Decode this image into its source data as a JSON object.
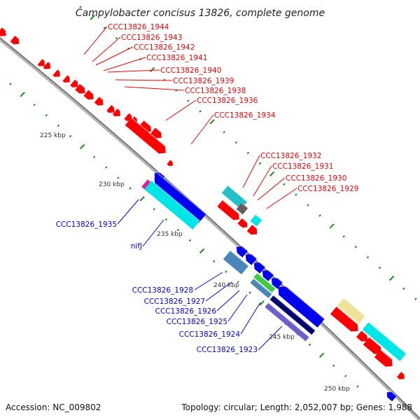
{
  "title": "Campylobacter concisus 13826, complete genome",
  "footer": {
    "accession": "Accession: NC_009802",
    "summary": "Topology: circular; Length: 2,052,007 bp; Genes: 1,988"
  },
  "colors": {
    "backbone": "#8a8a8a",
    "forward_label": "#ff0000",
    "reverse_label": "#0000ee",
    "tick": "#1a8a1a",
    "red": "#ff0000",
    "blue": "#0000ee",
    "cyan": "#00e5e5",
    "darkcyan": "#22bfc8",
    "magenta": "#e0209a",
    "steel": "#4a86b8",
    "green": "#3ccc3c",
    "navy": "#000070",
    "slate": "#6c5fcc",
    "khaki": "#eee39a",
    "gray": "#606060"
  },
  "scale_labels": [
    "225 kbp",
    "230 kbp",
    "235 kbp",
    "240 kbp",
    "245 kbp",
    "250 kbp"
  ],
  "forward_labels": [
    "CCC13826_1944",
    "CCC13826_1943",
    "CCC13826_1942",
    "CCC13826_1941",
    "CCC13826_1940",
    "CCC13826_1939",
    "CCC13826_1938",
    "CCC13826_1936",
    "CCC13826_1934",
    "CCC13826_1932",
    "CCC13826_1931",
    "CCC13826_1930",
    "CCC13826_1929"
  ],
  "reverse_labels": [
    "CCC13826_1935",
    "nifJ",
    "CCC13826_1928",
    "CCC13826_1927",
    "CCC13826_1926",
    "CCC13826_1925",
    "CCC13826_1924",
    "CCC13826_1923"
  ]
}
